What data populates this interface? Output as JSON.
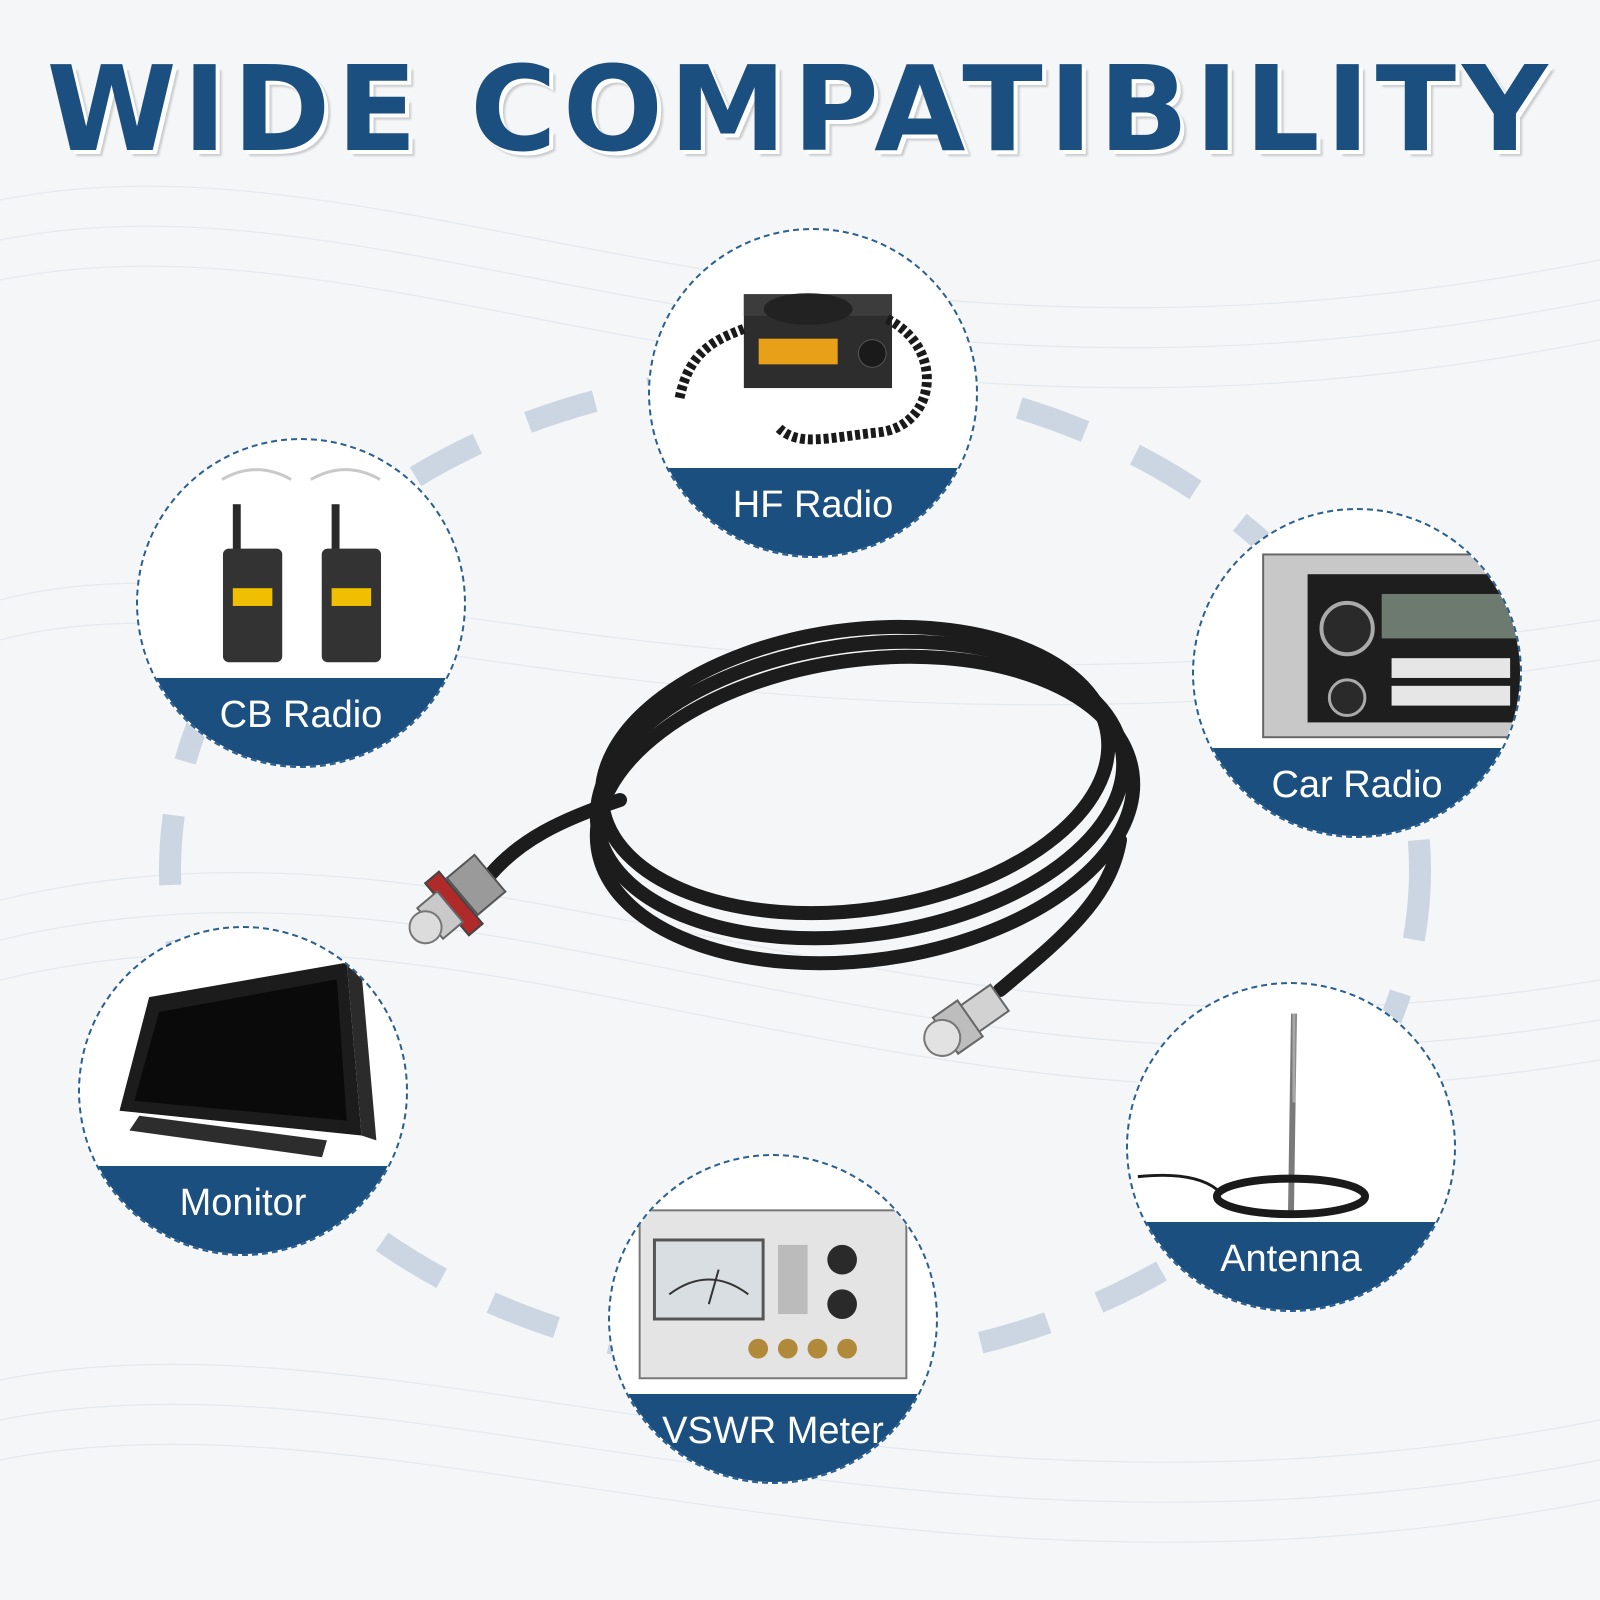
{
  "headline": "WIDE COMPATIBILITY",
  "colors": {
    "brand_blue": "#1b4f80",
    "ring_dash": "#c7d3df",
    "bubble_border": "#2a5f8f"
  },
  "devices": [
    {
      "label": "HF Radio",
      "icon": "hf-radio-icon"
    },
    {
      "label": "CB Radio",
      "icon": "walkie-talkie-icon"
    },
    {
      "label": "Car Radio",
      "icon": "car-radio-icon"
    },
    {
      "label": "Monitor",
      "icon": "monitor-icon"
    },
    {
      "label": "Antenna",
      "icon": "antenna-icon"
    },
    {
      "label": "VSWR Meter",
      "icon": "vswr-meter-icon"
    }
  ]
}
